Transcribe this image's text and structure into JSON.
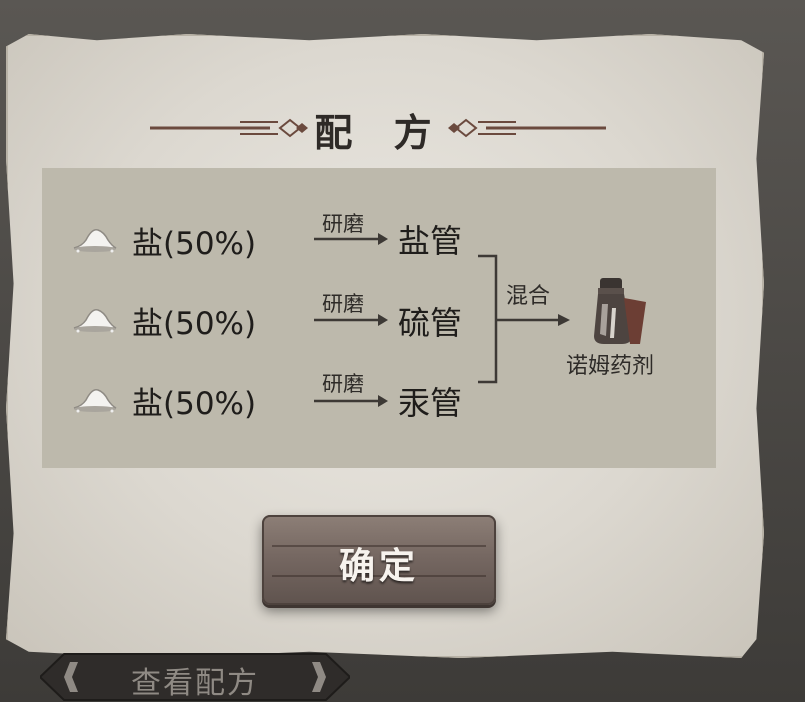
{
  "title": "配 方",
  "ingredients": [
    {
      "name": "盐(50%)",
      "process": "研磨",
      "product": "盐管",
      "icon": "salt-pile-icon"
    },
    {
      "name": "盐(50%)",
      "process": "研磨",
      "product": "硫管",
      "icon": "salt-pile-icon"
    },
    {
      "name": "盐(50%)",
      "process": "研磨",
      "product": "汞管",
      "icon": "salt-pile-icon"
    }
  ],
  "mix": {
    "label": "混合",
    "result": "诺姆药剂",
    "result_icon": "potion-bottle-icon"
  },
  "confirm_button": "确定",
  "bottom_tab": "查看配方",
  "colors": {
    "parchment": "#dcd8d0",
    "panel": "#bdb9ac",
    "button": "#766862",
    "text": "#1f1d1b"
  }
}
